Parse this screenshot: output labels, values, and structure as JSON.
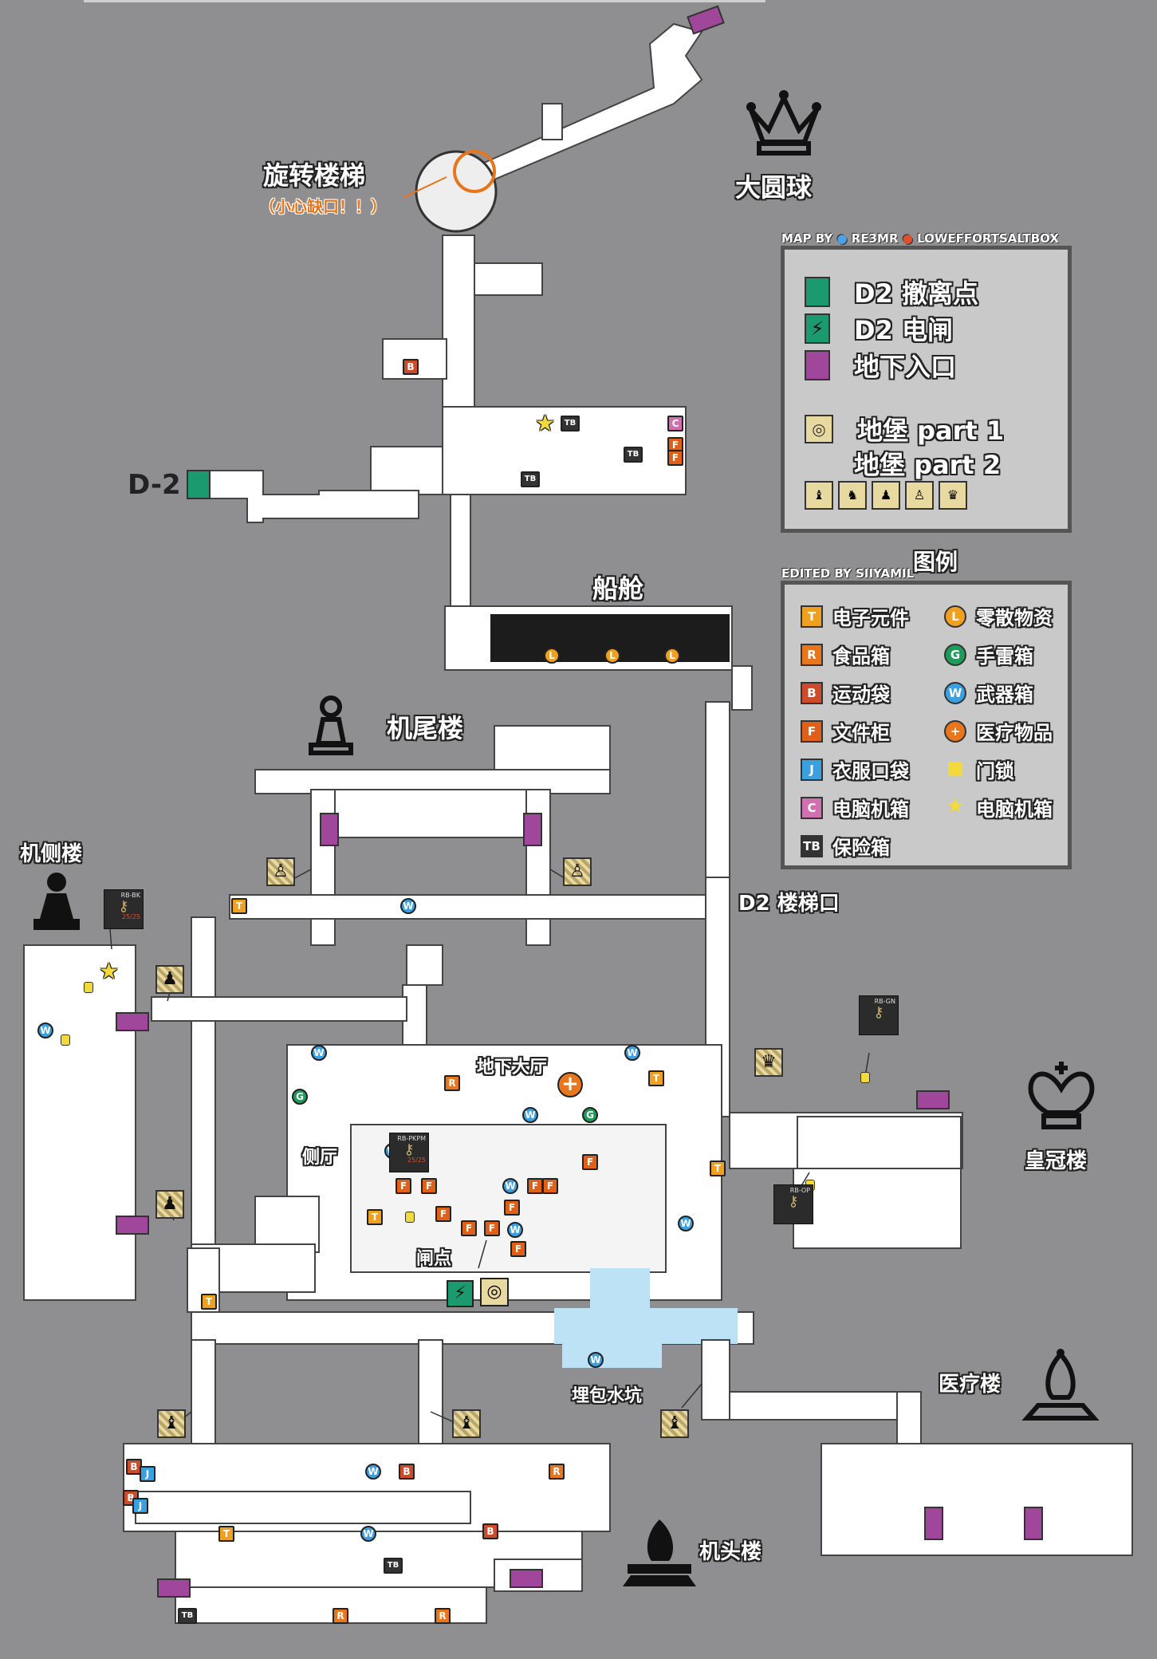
{
  "labels": {
    "spiral_stairs": "旋转楼梯",
    "spiral_warning": "（小心缺口！！）",
    "big_orb": "大圆球",
    "d2_label": "D-2",
    "cabin": "船舱",
    "tail_building": "机尾楼",
    "side_building": "机侧楼",
    "d2_stairwell": "D2 楼梯口",
    "underground_hall": "地下大厅",
    "side_hall": "侧厅",
    "gate_point": "闸点",
    "crown_building": "皇冠楼",
    "water_pit": "埋包水坑",
    "medical_building": "医疗楼",
    "head_building": "机头楼"
  },
  "credits": {
    "map_by": "MAP BY",
    "author1": "RE3MR",
    "author2": "LOWEFFORTSALTBOX",
    "edited_by": "EDITED BY SIIYAMIL",
    "legend_title": "图例"
  },
  "legend_top": {
    "items": [
      {
        "label": "D2 撤离点",
        "color": "#1a9a6e"
      },
      {
        "label": "D2 电闸",
        "color": "#1a9a6e"
      },
      {
        "label": "地下入口",
        "color": "#a0479c"
      }
    ],
    "bunker1": "地堡 part 1",
    "bunker2": "地堡 part 2"
  },
  "legend_items": {
    "left": [
      {
        "glyph": "T",
        "label": "电子元件",
        "color": "#f0a020"
      },
      {
        "glyph": "R",
        "label": "食品箱",
        "color": "#e8761c"
      },
      {
        "glyph": "B",
        "label": "运动袋",
        "color": "#cc4b2a"
      },
      {
        "glyph": "F",
        "label": "文件柜",
        "color": "#e0601a"
      },
      {
        "glyph": "J",
        "label": "衣服口袋",
        "color": "#3aa0e0"
      },
      {
        "glyph": "C",
        "label": "电脑机箱",
        "color": "#d070b0"
      },
      {
        "glyph": "TB",
        "label": "保险箱",
        "color": "#333333"
      }
    ],
    "right": [
      {
        "glyph": "L",
        "label": "零散物资",
        "color": "#f0a020"
      },
      {
        "glyph": "G",
        "label": "手雷箱",
        "color": "#1e9a5a"
      },
      {
        "glyph": "W",
        "label": "武器箱",
        "color": "#3aa0e0"
      },
      {
        "glyph": "+",
        "label": "医疗物品",
        "color": "#e8761c"
      },
      {
        "glyph": "lock",
        "label": "门锁",
        "color": "#f2d93c"
      },
      {
        "glyph": "star",
        "label": "电脑机箱",
        "color": "#f2d93c"
      }
    ]
  },
  "key_cards": [
    "RB-BK",
    "RB-PKPM",
    "RB-GN",
    "RB-OP"
  ],
  "key_counts": [
    "25/25",
    "25/25"
  ],
  "markers": {
    "bag": "B",
    "safe": "TB",
    "tech": "T",
    "food": "R",
    "file": "F",
    "clothes": "J",
    "computer": "C",
    "loose": "L",
    "grenade": "G",
    "weapon": "W"
  },
  "icons": [
    "crown-piece",
    "king-piece",
    "pawn-piece",
    "bishop-piece",
    "knight-piece",
    "lock-icon",
    "star-icon",
    "lightning-icon",
    "bunker-icon"
  ]
}
